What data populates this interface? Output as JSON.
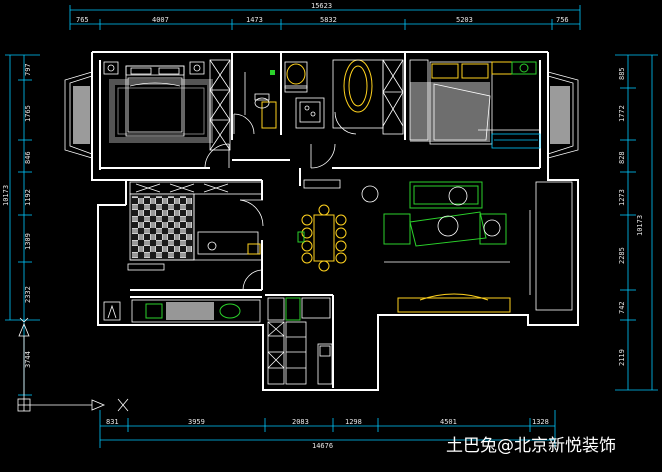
{
  "top_dimensions": {
    "overall": "15623",
    "segments": [
      "765",
      "4007",
      "1473",
      "5832",
      "5203",
      "756"
    ]
  },
  "bottom_dimensions": {
    "overall": "14676",
    "segments": [
      "831",
      "3959",
      "2083",
      "1298",
      "4501",
      "1328"
    ]
  },
  "left_dimensions": {
    "overall": "10173",
    "overall_lower": "3744",
    "segments": [
      "797",
      "1765",
      "846",
      "1192",
      "1309",
      "2332"
    ]
  },
  "right_dimensions": {
    "overall": "10173",
    "segments": [
      "885",
      "1772",
      "828",
      "1273",
      "2285",
      "742",
      "2119"
    ]
  },
  "watermark": "土巴兔@北京新悦装饰",
  "colors": {
    "background": "#000000",
    "dimension_lines": "#00c8ff",
    "walls": "#ffffff",
    "furniture_primary": "#ffd21e",
    "furniture_secondary": "#2bd22b",
    "accent": "#ff4df0"
  }
}
